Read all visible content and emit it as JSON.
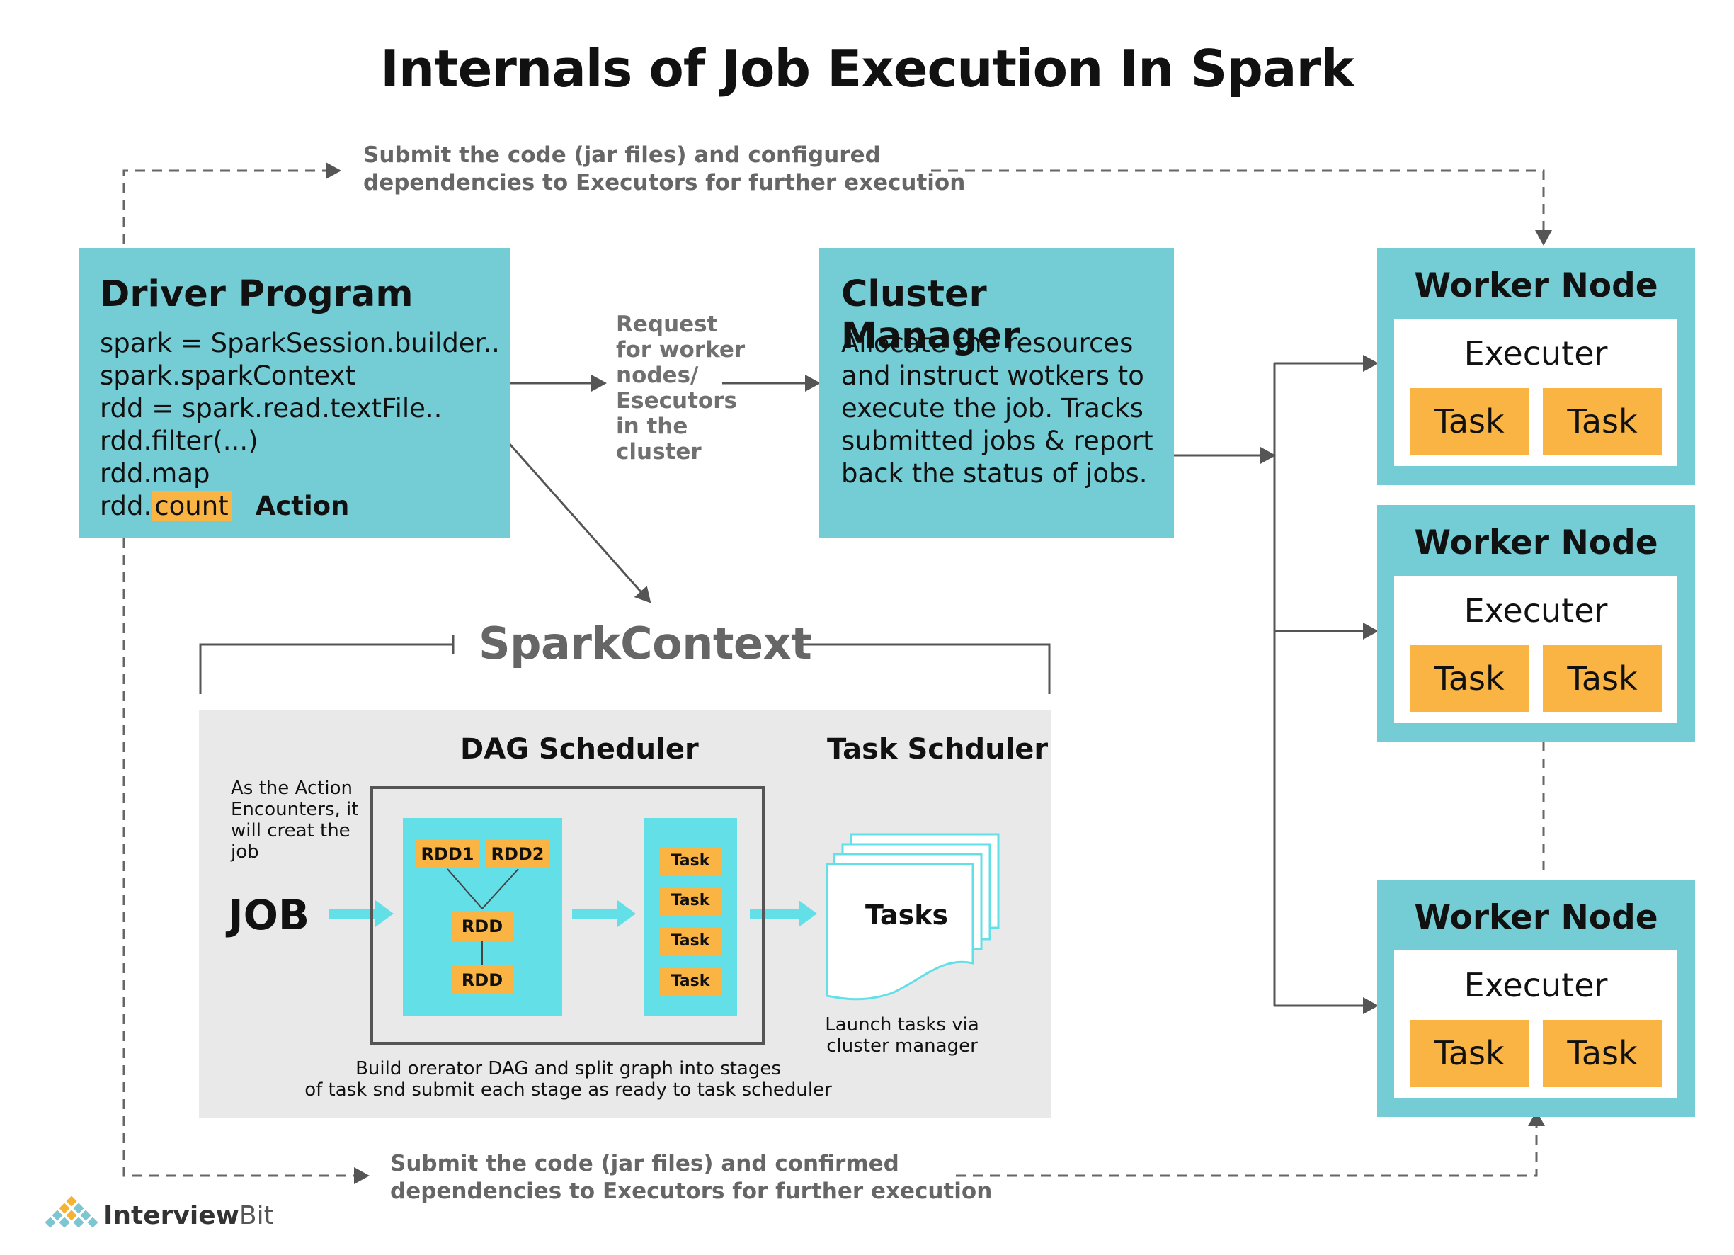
{
  "title": "Internals of Job Execution In Spark",
  "top_note": {
    "line1": "Submit the code (jar files) and configured",
    "line2": "dependencies to Executors for further execution"
  },
  "bottom_note": {
    "line1": "Submit the code (jar files) and confirmed",
    "line2": "dependencies to Executors for further execution"
  },
  "driver": {
    "title": "Driver Program",
    "lines": [
      "spark = SparkSession.builder..",
      "spark.sparkContext",
      "rdd = spark.read.textFile..",
      "rdd.filter(...)",
      "rdd.map"
    ],
    "last_prefix": "rdd.",
    "last_highlight": "count",
    "action_label": "Action"
  },
  "request_note": {
    "lines": [
      "Request",
      "for worker",
      "nodes/",
      "Esecutors",
      "in the",
      "cluster"
    ]
  },
  "cluster_manager": {
    "title": "Cluster Manager",
    "lines": [
      "Allocate the resources",
      "and instruct wotkers to",
      "execute the job. Tracks",
      "submitted jobs & report",
      "back the status of jobs."
    ]
  },
  "workers": [
    {
      "title": "Worker Node",
      "executor": "Executer",
      "tasks": [
        "Task",
        "Task"
      ]
    },
    {
      "title": "Worker Node",
      "executor": "Executer",
      "tasks": [
        "Task",
        "Task"
      ]
    },
    {
      "title": "Worker Node",
      "executor": "Executer",
      "tasks": [
        "Task",
        "Task"
      ]
    }
  ],
  "spark_context": {
    "title": "SparkContext",
    "dag_title": "DAG Scheduler",
    "task_sched_title": "Task Schduler",
    "job_note": [
      "As the Action",
      "Encounters, it",
      "will creat the",
      "job"
    ],
    "job_label": "JOB",
    "rdds": [
      "RDD1",
      "RDD2",
      "RDD",
      "RDD"
    ],
    "stage_tasks": [
      "Task",
      "Task",
      "Task",
      "Task"
    ],
    "tasks_label": "Tasks",
    "launch_note": [
      "Launch tasks via",
      "cluster manager"
    ],
    "dag_note": [
      "Build orerator DAG and split graph into stages",
      "of task snd submit each stage as ready to task scheduler"
    ]
  },
  "logo": {
    "bold": "Interview",
    "regular": "Bit"
  },
  "colors": {
    "teal": "#74ccd4",
    "cyan": "#63dfe7",
    "orange": "#fab443",
    "panel": "#e9e9e9",
    "note_grey": "#666666"
  }
}
